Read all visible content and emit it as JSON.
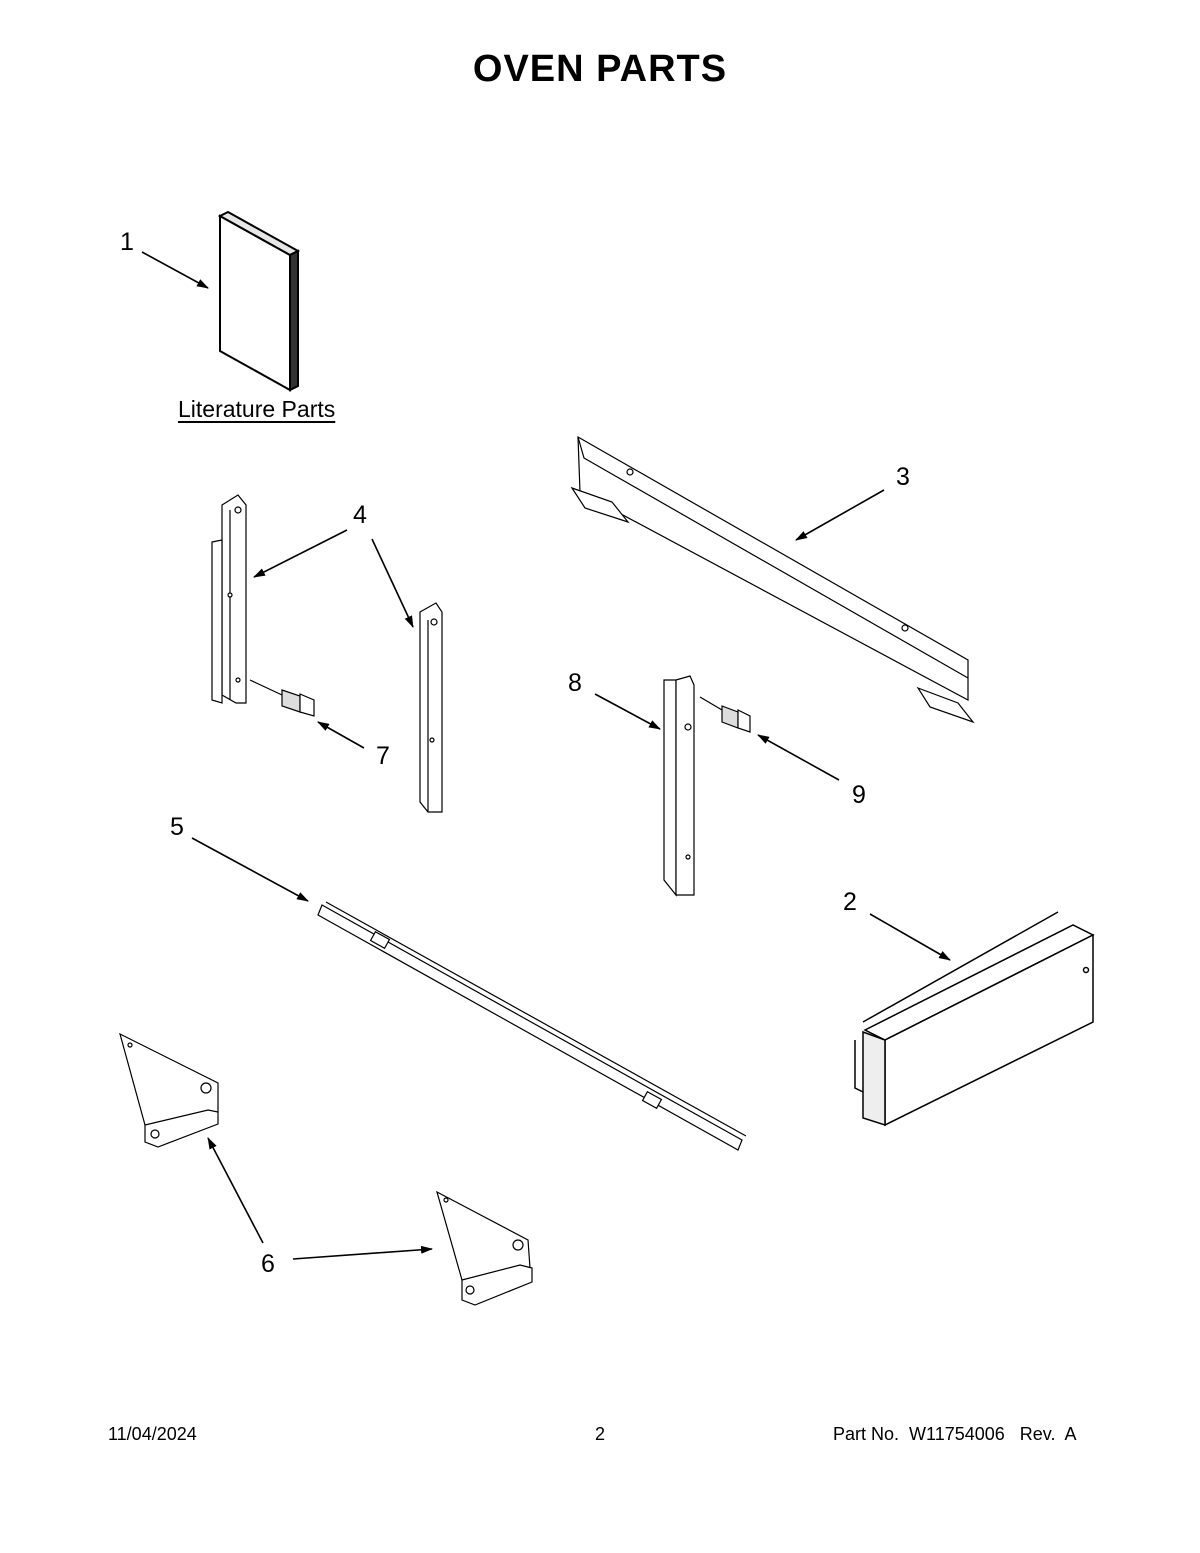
{
  "page": {
    "title": "OVEN PARTS",
    "literature_label": "Literature Parts"
  },
  "callouts": [
    "1",
    "2",
    "3",
    "4",
    "5",
    "6",
    "7",
    "8",
    "9"
  ],
  "footer": {
    "date": "11/04/2024",
    "page_number": "2",
    "part_number": "Part No.  W11754006   Rev.  A"
  }
}
